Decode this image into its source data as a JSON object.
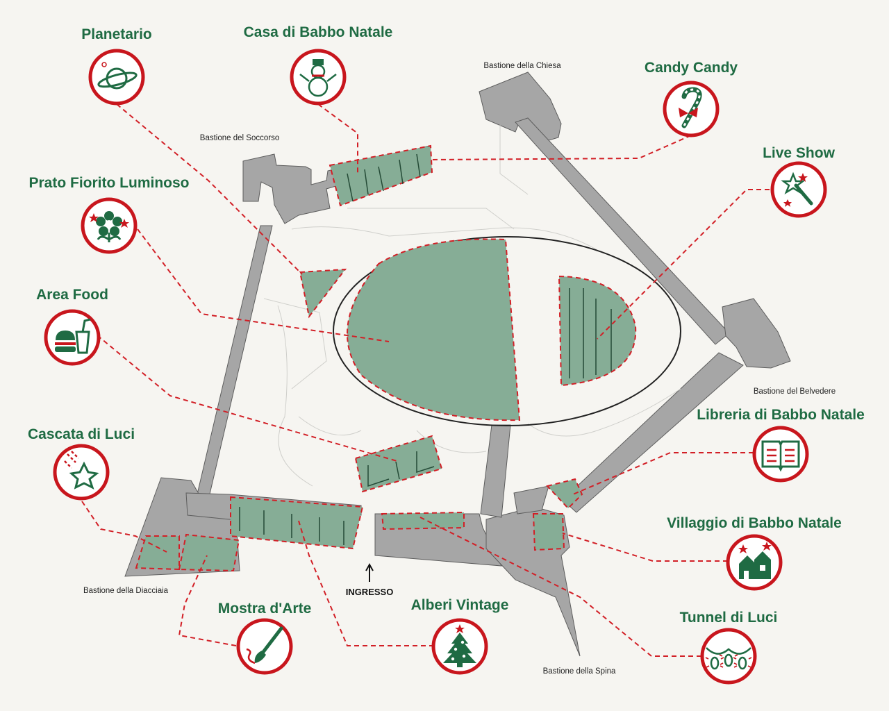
{
  "colors": {
    "background": "#f6f5f1",
    "wall": "#a6a6a6",
    "zone_fill": "#86ad96",
    "dash_red": "#d21f26",
    "badge_ring": "#c8161d",
    "title_green": "#1f6b43"
  },
  "pois": [
    {
      "id": "planetario",
      "label": "Planetario",
      "icon": "planet-icon"
    },
    {
      "id": "casa",
      "label": "Casa di Babbo Natale",
      "icon": "snowman-icon"
    },
    {
      "id": "candy",
      "label": "Candy Candy",
      "icon": "candy-cane-icon"
    },
    {
      "id": "live",
      "label": "Live Show",
      "icon": "magic-wand-icon"
    },
    {
      "id": "prato",
      "label": "Prato Fiorito Luminoso",
      "icon": "flower-icon"
    },
    {
      "id": "food",
      "label": "Area Food",
      "icon": "burger-drink-icon"
    },
    {
      "id": "cascata",
      "label": "Cascata di Luci",
      "icon": "shooting-star-icon"
    },
    {
      "id": "libreria",
      "label": "Libreria di Babbo Natale",
      "icon": "open-book-icon"
    },
    {
      "id": "villaggio",
      "label": "Villaggio di Babbo Natale",
      "icon": "houses-icon"
    },
    {
      "id": "mostra",
      "label": "Mostra d'Arte",
      "icon": "paintbrush-icon"
    },
    {
      "id": "alberi",
      "label": "Alberi Vintage",
      "icon": "christmas-tree-icon"
    },
    {
      "id": "tunnel",
      "label": "Tunnel di Luci",
      "icon": "string-lights-icon"
    }
  ],
  "bastions": [
    {
      "id": "chiesa",
      "label": "Bastione della Chiesa"
    },
    {
      "id": "soccorso",
      "label": "Bastione del Soccorso"
    },
    {
      "id": "belvedere",
      "label": "Bastione del Belvedere"
    },
    {
      "id": "diacciaia",
      "label": "Bastione della Diacciaia"
    },
    {
      "id": "spina",
      "label": "Bastione della Spina"
    }
  ],
  "entrance": {
    "label": "INGRESSO",
    "icon": "arrow-up-icon"
  }
}
